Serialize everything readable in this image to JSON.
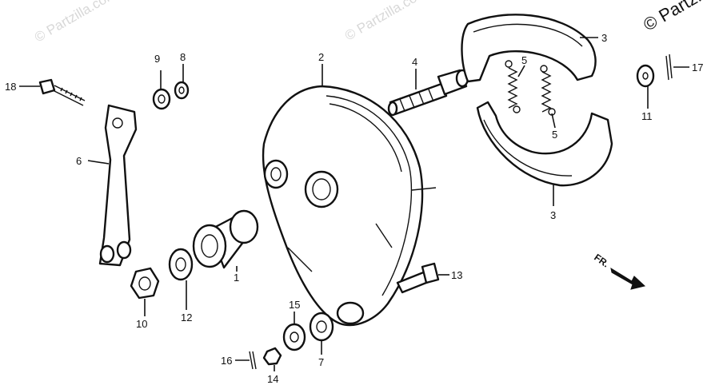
{
  "watermark": {
    "text": "© Partzilla.com",
    "corner_text": "© Partzilla"
  },
  "callouts": {
    "p1": "1",
    "p2": "2",
    "p3a": "3",
    "p3b": "3",
    "p4": "4",
    "p5a": "5",
    "p5b": "5",
    "p6": "6",
    "p7": "7",
    "p8": "8",
    "p9": "9",
    "p10": "10",
    "p11": "11",
    "p12": "12",
    "p13": "13",
    "p14": "14",
    "p15": "15",
    "p16": "16",
    "p17": "17",
    "p18": "18"
  },
  "direction": {
    "label": "FR."
  }
}
